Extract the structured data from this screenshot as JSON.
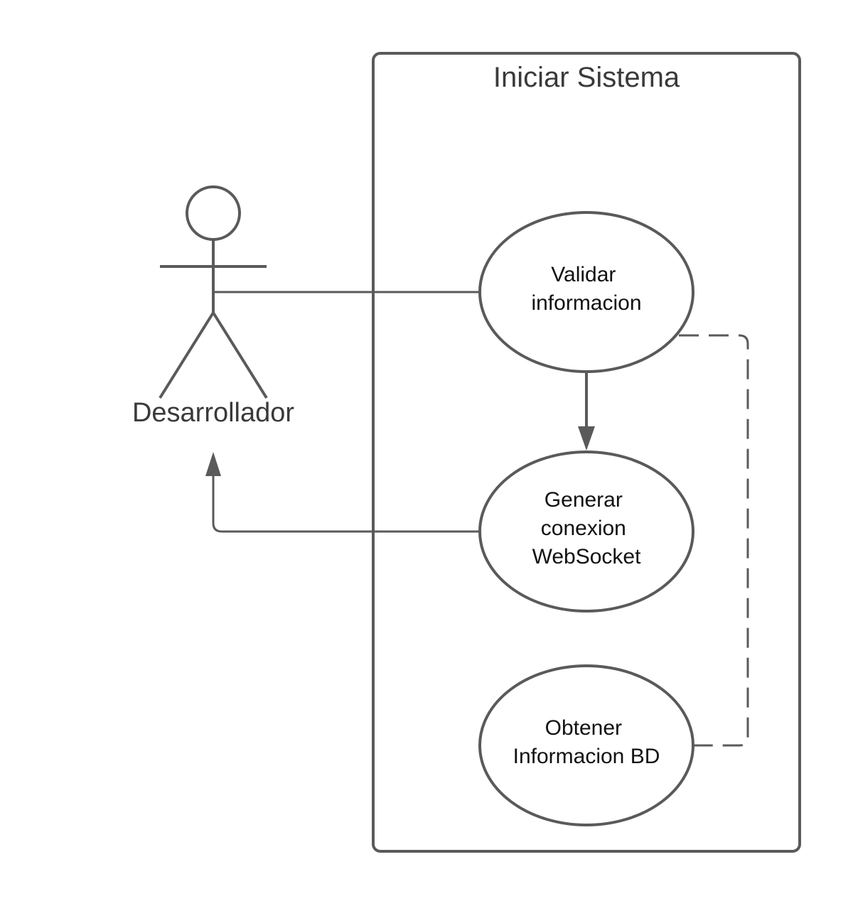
{
  "system": {
    "title": "Iniciar Sistema"
  },
  "actor": {
    "name": "Desarrollador"
  },
  "use_cases": [
    {
      "lines": [
        "Validar",
        "informacion"
      ]
    },
    {
      "lines": [
        "Generar",
        "conexion",
        "WebSocket"
      ]
    },
    {
      "lines": [
        "Obtener",
        "Informacion BD"
      ]
    }
  ],
  "colors": {
    "stroke": "#5a5a5a",
    "text": "#111111"
  }
}
